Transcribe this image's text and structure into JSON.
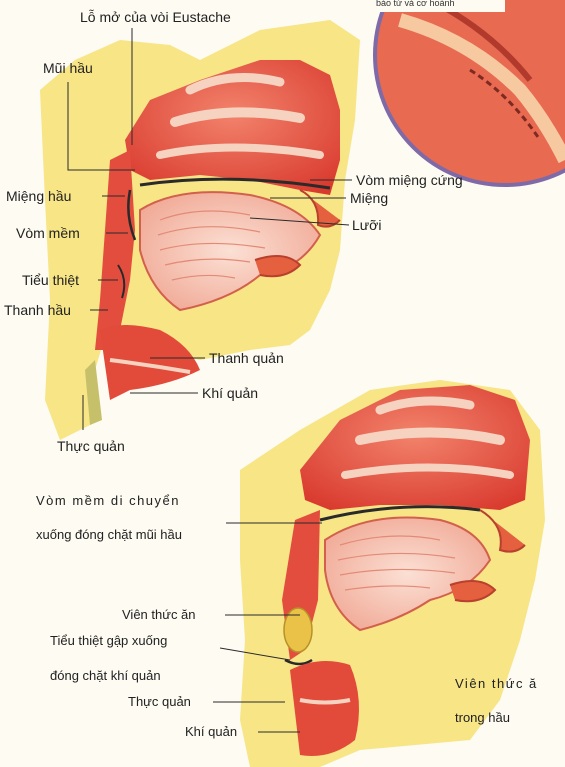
{
  "top_diagram": {
    "labels": {
      "eustachian_opening": "Lỗ mở của vòi Eustache",
      "nasopharynx": "Mũi hầu",
      "oropharynx": "Miệng hầu",
      "soft_palate": "Vòm mềm",
      "epiglottis": "Tiểu thiệt",
      "laryngopharynx": "Thanh hầu",
      "larynx": "Thanh quản",
      "trachea": "Khí quản",
      "esophagus": "Thực quản",
      "hard_palate": "Vòm miệng cứng",
      "mouth": "Miệng",
      "tongue": "Lưỡi"
    }
  },
  "inset": {
    "caption": "bào tử và cơ hoành"
  },
  "bottom_diagram": {
    "labels": {
      "soft_palate_line1": "Vòm mềm di chuyển",
      "soft_palate_line2": "xuống đóng chặt mũi hầu",
      "food_bolus": "Viên thức ăn",
      "epiglottis_line1": "Tiểu thiệt gập xuống",
      "epiglottis_line2": "đóng chặt khí quản",
      "esophagus": "Thực quản",
      "trachea": "Khí quản",
      "bolus_pharynx_line1": "Viên thức ă",
      "bolus_pharynx_line2": "trong hầu"
    }
  },
  "colors": {
    "tissue": "#e8473a",
    "tissue_light": "#f4a08a",
    "bone_fat": "#f6e27a",
    "background": "#fdfbf2"
  }
}
